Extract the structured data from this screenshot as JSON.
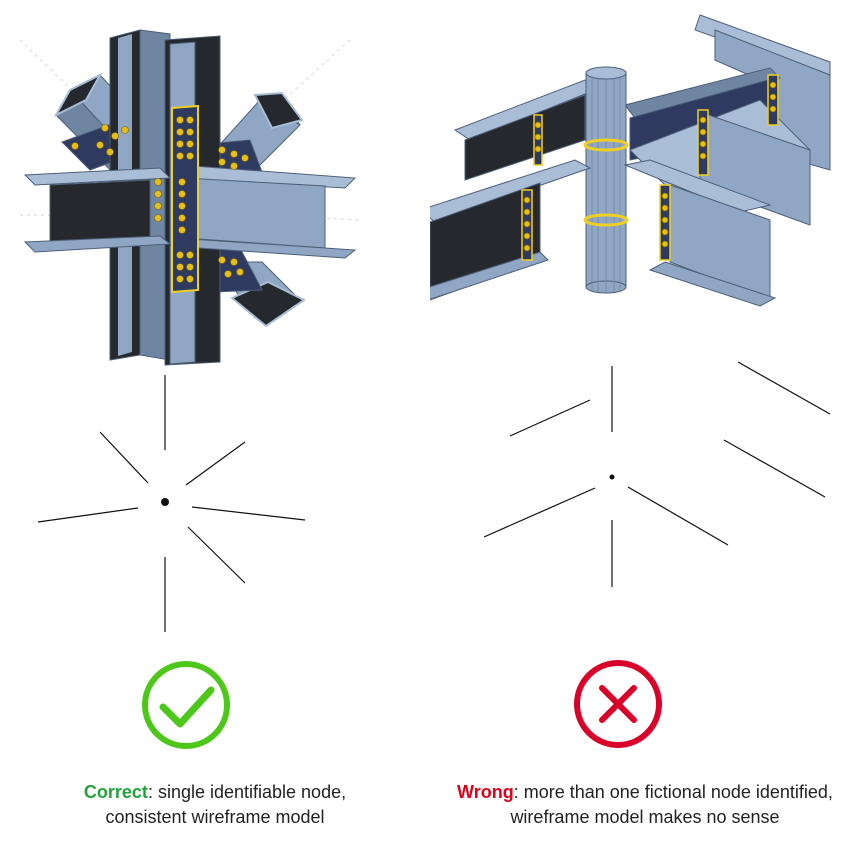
{
  "colors": {
    "steel": "#8fa7c4",
    "steel_light": "#a9bdd6",
    "steel_dark": "#6f86a3",
    "web_dark": "#25292e",
    "plate_navy": "#2e3a60",
    "bolt": "#e6bf12",
    "weld": "#f1cf22",
    "line": "#111111",
    "correct": "#22a33a",
    "correct_icon": "#4cc71a",
    "wrong": "#e0001b",
    "wrong_icon": "#d9002a"
  },
  "left_panel": {
    "verdict": "Correct",
    "separator": ":",
    "caption_line1": " single identifiable node,",
    "caption_line2": "consistent wireframe model",
    "icon": "check-circle-icon"
  },
  "right_panel": {
    "verdict": "Wrong",
    "separator": ":",
    "caption_line1": " more than one fictional node identified,",
    "caption_line2": "wireframe model makes no sense",
    "icon": "x-circle-icon"
  }
}
